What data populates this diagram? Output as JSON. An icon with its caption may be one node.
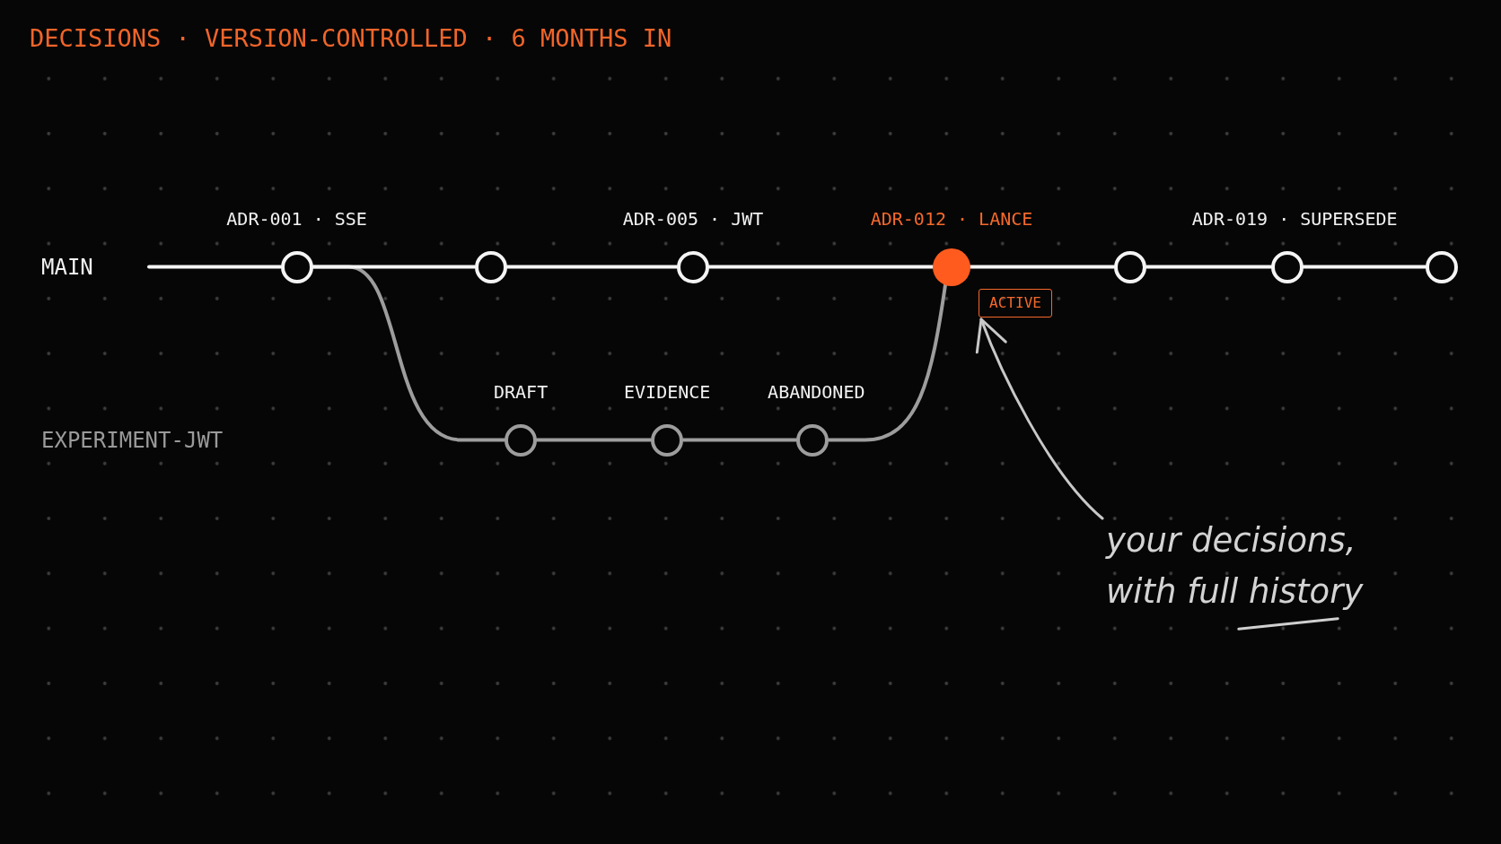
{
  "diagram": {
    "title": "DECISIONS · VERSION-CONTROLLED · 6 MONTHS IN",
    "nodes": [
      {
        "text": [
          "ADR-001 · SSE"
        ]
      },
      {
        "text": [],
        "shape": "circle"
      },
      {
        "text": [
          "ADR-005 · JWT"
        ]
      },
      {
        "text": [
          "ADR-012 · LANCE"
        ]
      },
      {
        "text": [],
        "shape": "circle"
      },
      {
        "text": [
          "ADR-019 · SUPERSEDE"
        ]
      },
      {
        "text": [],
        "shape": "circle"
      },
      {
        "text": [
          "ACTIVE"
        ]
      },
      {
        "text": [
          "DRAFT"
        ]
      },
      {
        "text": [
          "EVIDENCE"
        ]
      },
      {
        "text": [
          "ABANDONED"
        ]
      },
      {
        "text": [
          "your decisions, with full history"
        ]
      }
    ],
    "edges": [
      {
        "from": null,
        "to": 0,
        "arrow": "none"
      },
      {
        "from": 0,
        "to": 1,
        "arrow": "none"
      },
      {
        "from": 1,
        "to": 2,
        "arrow": "none"
      },
      {
        "from": 2,
        "to": 3,
        "arrow": "none"
      },
      {
        "from": 3,
        "to": 4,
        "arrow": "none"
      },
      {
        "from": 4,
        "to": 5,
        "arrow": "none"
      },
      {
        "from": 5,
        "to": 6,
        "arrow": "none"
      },
      {
        "from": 0,
        "to": 8,
        "arrow": "none",
        "color": "#9d9d9d"
      },
      {
        "from": 8,
        "to": 9,
        "arrow": "none",
        "color": "#9d9d9d"
      },
      {
        "from": 9,
        "to": 10,
        "arrow": "none",
        "color": "#9d9d9d"
      },
      {
        "from": 10,
        "to": 3,
        "arrow": "none",
        "color": "#9d9d9d"
      },
      {
        "from": 11,
        "to": 7,
        "arrow": "to",
        "color": "#c8c8c8"
      }
    ],
    "labels": [
      "MAIN",
      "EXPERIMENT-JWT"
    ]
  }
}
